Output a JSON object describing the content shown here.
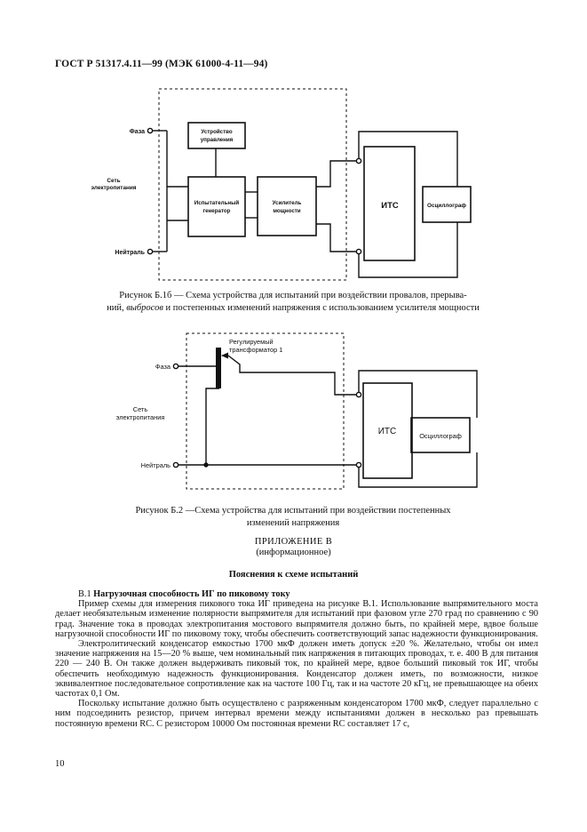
{
  "header": "ГОСТ Р 51317.4.11—99 (МЭК 61000-4-11—94)",
  "figure1": {
    "phase": "Фаза",
    "neutral": "Нейтраль",
    "network_line1": "Сеть",
    "network_line2": "электропитания",
    "control_line1": "Устройство",
    "control_line2": "управления",
    "generator_line1": "Испытательный",
    "generator_line2": "генератор",
    "amp_line1": "Усилитель",
    "amp_line2": "мощности",
    "its": "ИТС",
    "scope": "Осциллограф",
    "caption_line1": "Рисунок Б.1б — Схема устройства для испытаний при воздействии провалов, прерыва-",
    "caption_line2_a": "ний, ",
    "caption_line2_em": "выбросов",
    "caption_line2_b": " и постепенных изменений напряжения с использованием усилителя мощности"
  },
  "figure2": {
    "transformer_line1": "Регулируемый",
    "transformer_line2": "трансформатор 1",
    "phase": "Фаза",
    "neutral": "Нейтраль",
    "network_line1": "Сеть",
    "network_line2": "электропитания",
    "its": "ИТС",
    "scope": "Осциллограф",
    "caption_line1": "Рисунок Б.2 —Схема устройства для испытаний при воздействии постепенных",
    "caption_line2": "изменений напряжения"
  },
  "appendix": {
    "title": "ПРИЛОЖЕНИЕ В",
    "subtitle": "(информационное)",
    "heading": "Пояснения к схеме испытаний"
  },
  "section": {
    "number": "В.1",
    "title": "Нагрузочная способность ИГ по пиковому току"
  },
  "paragraphs": [
    "Пример схемы для измерения пикового тока ИГ приведена на рисунке В.1. Использование выпрямительного моста делает необязательным изменение полярности выпрямителя для испытаний при фазовом угле 270 град по сравнению с 90 град. Значение тока в проводах электропитания мостового выпрямителя должно быть, по крайней мере, вдвое больше нагрузочной способности ИГ по пиковому току, чтобы обеспечить соответствующий запас надежности функционирования.",
    "Электролитический конденсатор емкостью 1700 мкФ должен иметь допуск ±20 %. Желательно, чтобы он имел значение напряжения на 15—20 % выше, чем номинальный пик напряжения в питающих проводах, т. е. 400 В для питания 220 — 240 В. Он также должен выдерживать пиковый ток, по крайней мере, вдвое больший пиковый ток ИГ, чтобы обеспечить необходимую надежность функционирования. Конденсатор должен иметь, по возможности, низкое эквивалентное последовательное сопротивление как на частоте 100 Гц, так и на частоте 20 кГц, не превышающее на обеих частотах 0,1 Ом.",
    "Поскольку испытание должно быть осуществлено с разряженным конденсатором 1700 мкФ, следует параллельно с ним подсоединить резистор, причем интервал времени между испытаниями должен в несколько раз превышать постоянную времени RC. С резистором 10000 Ом постоянная времени RC составляет 17 с,"
  ],
  "page_number": "10"
}
